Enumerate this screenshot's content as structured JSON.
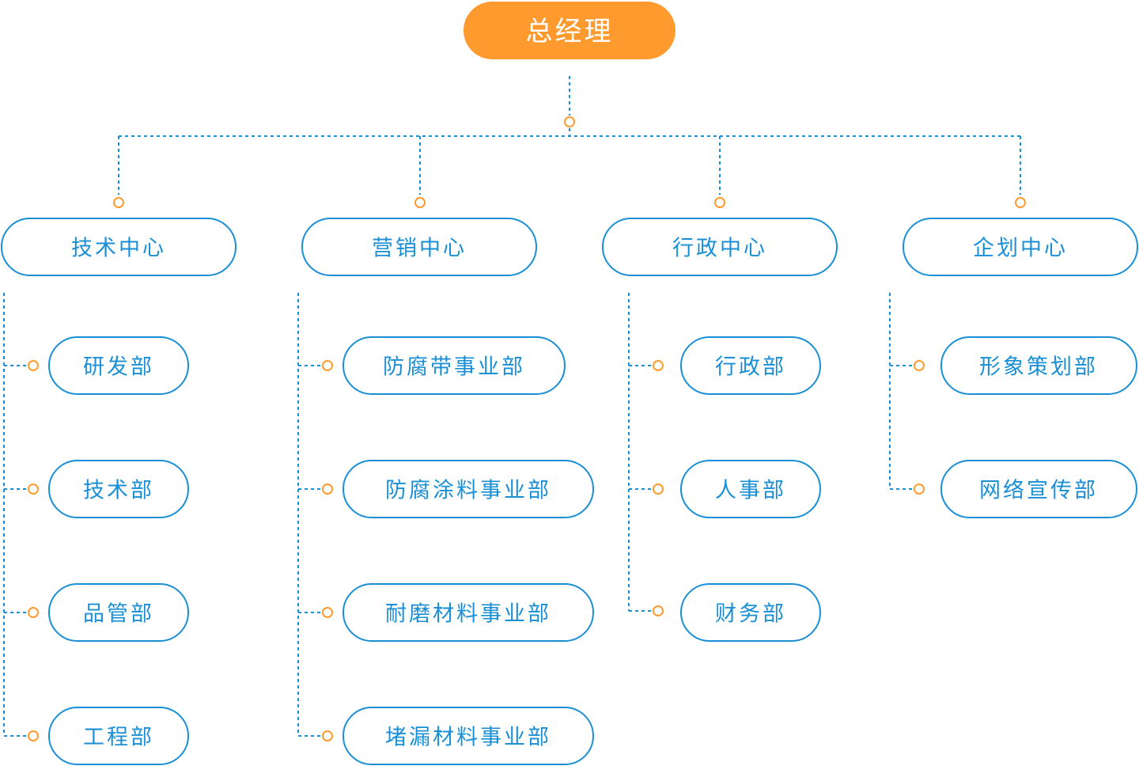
{
  "colors": {
    "root_fill": "#FF9A2F",
    "root_text": "#FFFFFF",
    "node_stroke": "#1A8FD6",
    "node_text": "#1A8FD6",
    "connector": "#1A8FD6",
    "dot": "#FF9A2F"
  },
  "root": {
    "label": "总经理"
  },
  "centers": [
    {
      "label": "技术中心",
      "departments": [
        "研发部",
        "技术部",
        "品管部",
        "工程部"
      ]
    },
    {
      "label": "营销中心",
      "departments": [
        "防腐带事业部",
        "防腐涂料事业部",
        "耐磨材料事业部",
        "堵漏材料事业部"
      ]
    },
    {
      "label": "行政中心",
      "departments": [
        "行政部",
        "人事部",
        "财务部"
      ]
    },
    {
      "label": "企划中心",
      "departments": [
        "形象策划部",
        "网络宣传部"
      ]
    }
  ]
}
